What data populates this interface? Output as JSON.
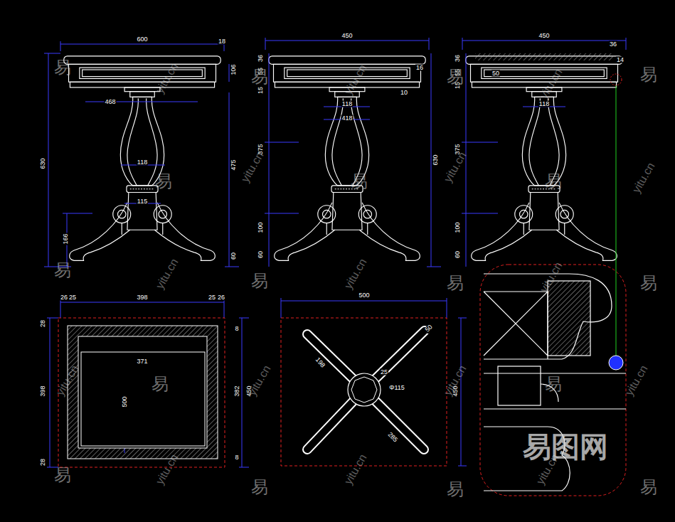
{
  "diagram": {
    "labels": [
      "600",
      "18",
      "106",
      "468",
      "118",
      "115",
      "630",
      "475",
      "166",
      "60",
      "450",
      "36",
      "55",
      "15",
      "16",
      "10",
      "118",
      "418",
      "375",
      "100",
      "60",
      "630",
      "450",
      "36",
      "36",
      "55",
      "15",
      "50",
      "14",
      "118",
      "375",
      "100",
      "60",
      "26",
      "25",
      "398",
      "25",
      "26",
      "28",
      "398",
      "28",
      "371",
      "500",
      "8",
      "382",
      "450",
      "8",
      "500",
      "450",
      "198",
      "50",
      "Φ115",
      "285",
      "25",
      "易",
      "易",
      "易",
      "易",
      "易",
      "易",
      "易",
      "易",
      "易",
      "易",
      "易",
      "易",
      "易",
      "易",
      "易",
      "易",
      "易",
      "yitu.cn",
      "yitu.cn",
      "yitu.cn",
      "yitu.cn",
      "yitu.cn",
      "yitu.cn",
      "yitu.cn",
      "yitu.cn",
      "yitu.cn",
      "yitu.cn",
      "yitu.cn",
      "yitu.cn",
      "yitu.cn",
      "yitu.cn",
      "yitu.cn",
      "yitu.cn",
      "易图网"
    ]
  }
}
